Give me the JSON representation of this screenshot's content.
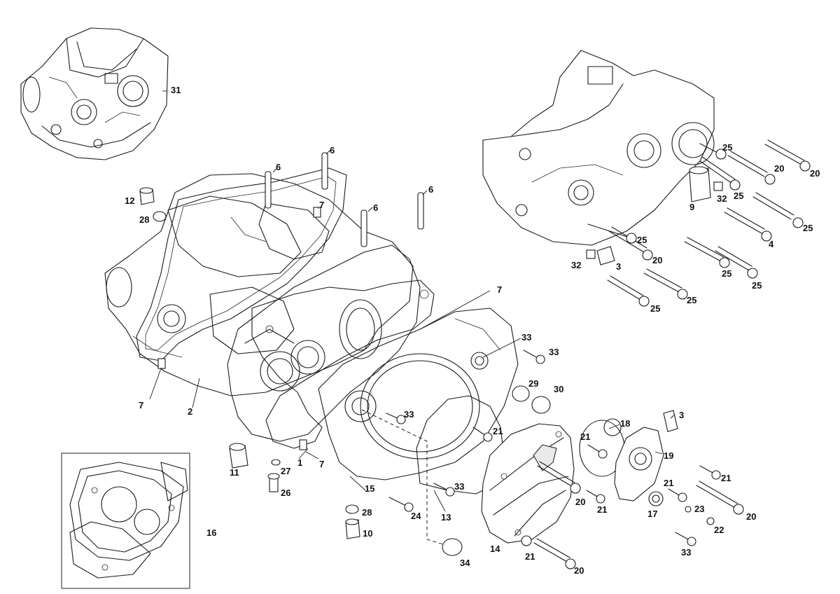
{
  "callouts": [
    {
      "id": "c1",
      "text": "1"
    },
    {
      "id": "c2",
      "text": "2"
    },
    {
      "id": "c3a",
      "text": "3"
    },
    {
      "id": "c3b",
      "text": "3"
    },
    {
      "id": "c4",
      "text": "4"
    },
    {
      "id": "c6a",
      "text": "6"
    },
    {
      "id": "c6b",
      "text": "6"
    },
    {
      "id": "c6c",
      "text": "6"
    },
    {
      "id": "c6d",
      "text": "6"
    },
    {
      "id": "c7a",
      "text": "7"
    },
    {
      "id": "c7b",
      "text": "7"
    },
    {
      "id": "c7c",
      "text": "7"
    },
    {
      "id": "c7d",
      "text": "7"
    },
    {
      "id": "c9",
      "text": "9"
    },
    {
      "id": "c10",
      "text": "10"
    },
    {
      "id": "c11",
      "text": "11"
    },
    {
      "id": "c12",
      "text": "12"
    },
    {
      "id": "c13",
      "text": "13"
    },
    {
      "id": "c14",
      "text": "14"
    },
    {
      "id": "c15",
      "text": "15"
    },
    {
      "id": "c16",
      "text": "16"
    },
    {
      "id": "c17",
      "text": "17"
    },
    {
      "id": "c18",
      "text": "18"
    },
    {
      "id": "c19",
      "text": "19"
    },
    {
      "id": "c20a",
      "text": "20"
    },
    {
      "id": "c20b",
      "text": "20"
    },
    {
      "id": "c20c",
      "text": "20"
    },
    {
      "id": "c20d",
      "text": "20"
    },
    {
      "id": "c20e",
      "text": "20"
    },
    {
      "id": "c20f",
      "text": "20"
    },
    {
      "id": "c21a",
      "text": "21"
    },
    {
      "id": "c21b",
      "text": "21"
    },
    {
      "id": "c21c",
      "text": "21"
    },
    {
      "id": "c21d",
      "text": "21"
    },
    {
      "id": "c21e",
      "text": "21"
    },
    {
      "id": "c21f",
      "text": "21"
    },
    {
      "id": "c22",
      "text": "22"
    },
    {
      "id": "c23",
      "text": "23"
    },
    {
      "id": "c24",
      "text": "24"
    },
    {
      "id": "c25a",
      "text": "25"
    },
    {
      "id": "c25b",
      "text": "25"
    },
    {
      "id": "c25c",
      "text": "25"
    },
    {
      "id": "c25d",
      "text": "25"
    },
    {
      "id": "c25e",
      "text": "25"
    },
    {
      "id": "c25f",
      "text": "25"
    },
    {
      "id": "c25g",
      "text": "25"
    },
    {
      "id": "c25h",
      "text": "25"
    },
    {
      "id": "c26",
      "text": "26"
    },
    {
      "id": "c27",
      "text": "27"
    },
    {
      "id": "c28a",
      "text": "28"
    },
    {
      "id": "c28b",
      "text": "28"
    },
    {
      "id": "c29",
      "text": "29"
    },
    {
      "id": "c30",
      "text": "30"
    },
    {
      "id": "c31",
      "text": "31"
    },
    {
      "id": "c32a",
      "text": "32"
    },
    {
      "id": "c32b",
      "text": "32"
    },
    {
      "id": "c33a",
      "text": "33"
    },
    {
      "id": "c33b",
      "text": "33"
    },
    {
      "id": "c33c",
      "text": "33"
    },
    {
      "id": "c33d",
      "text": "33"
    },
    {
      "id": "c33e",
      "text": "33"
    },
    {
      "id": "c34",
      "text": "34"
    }
  ]
}
